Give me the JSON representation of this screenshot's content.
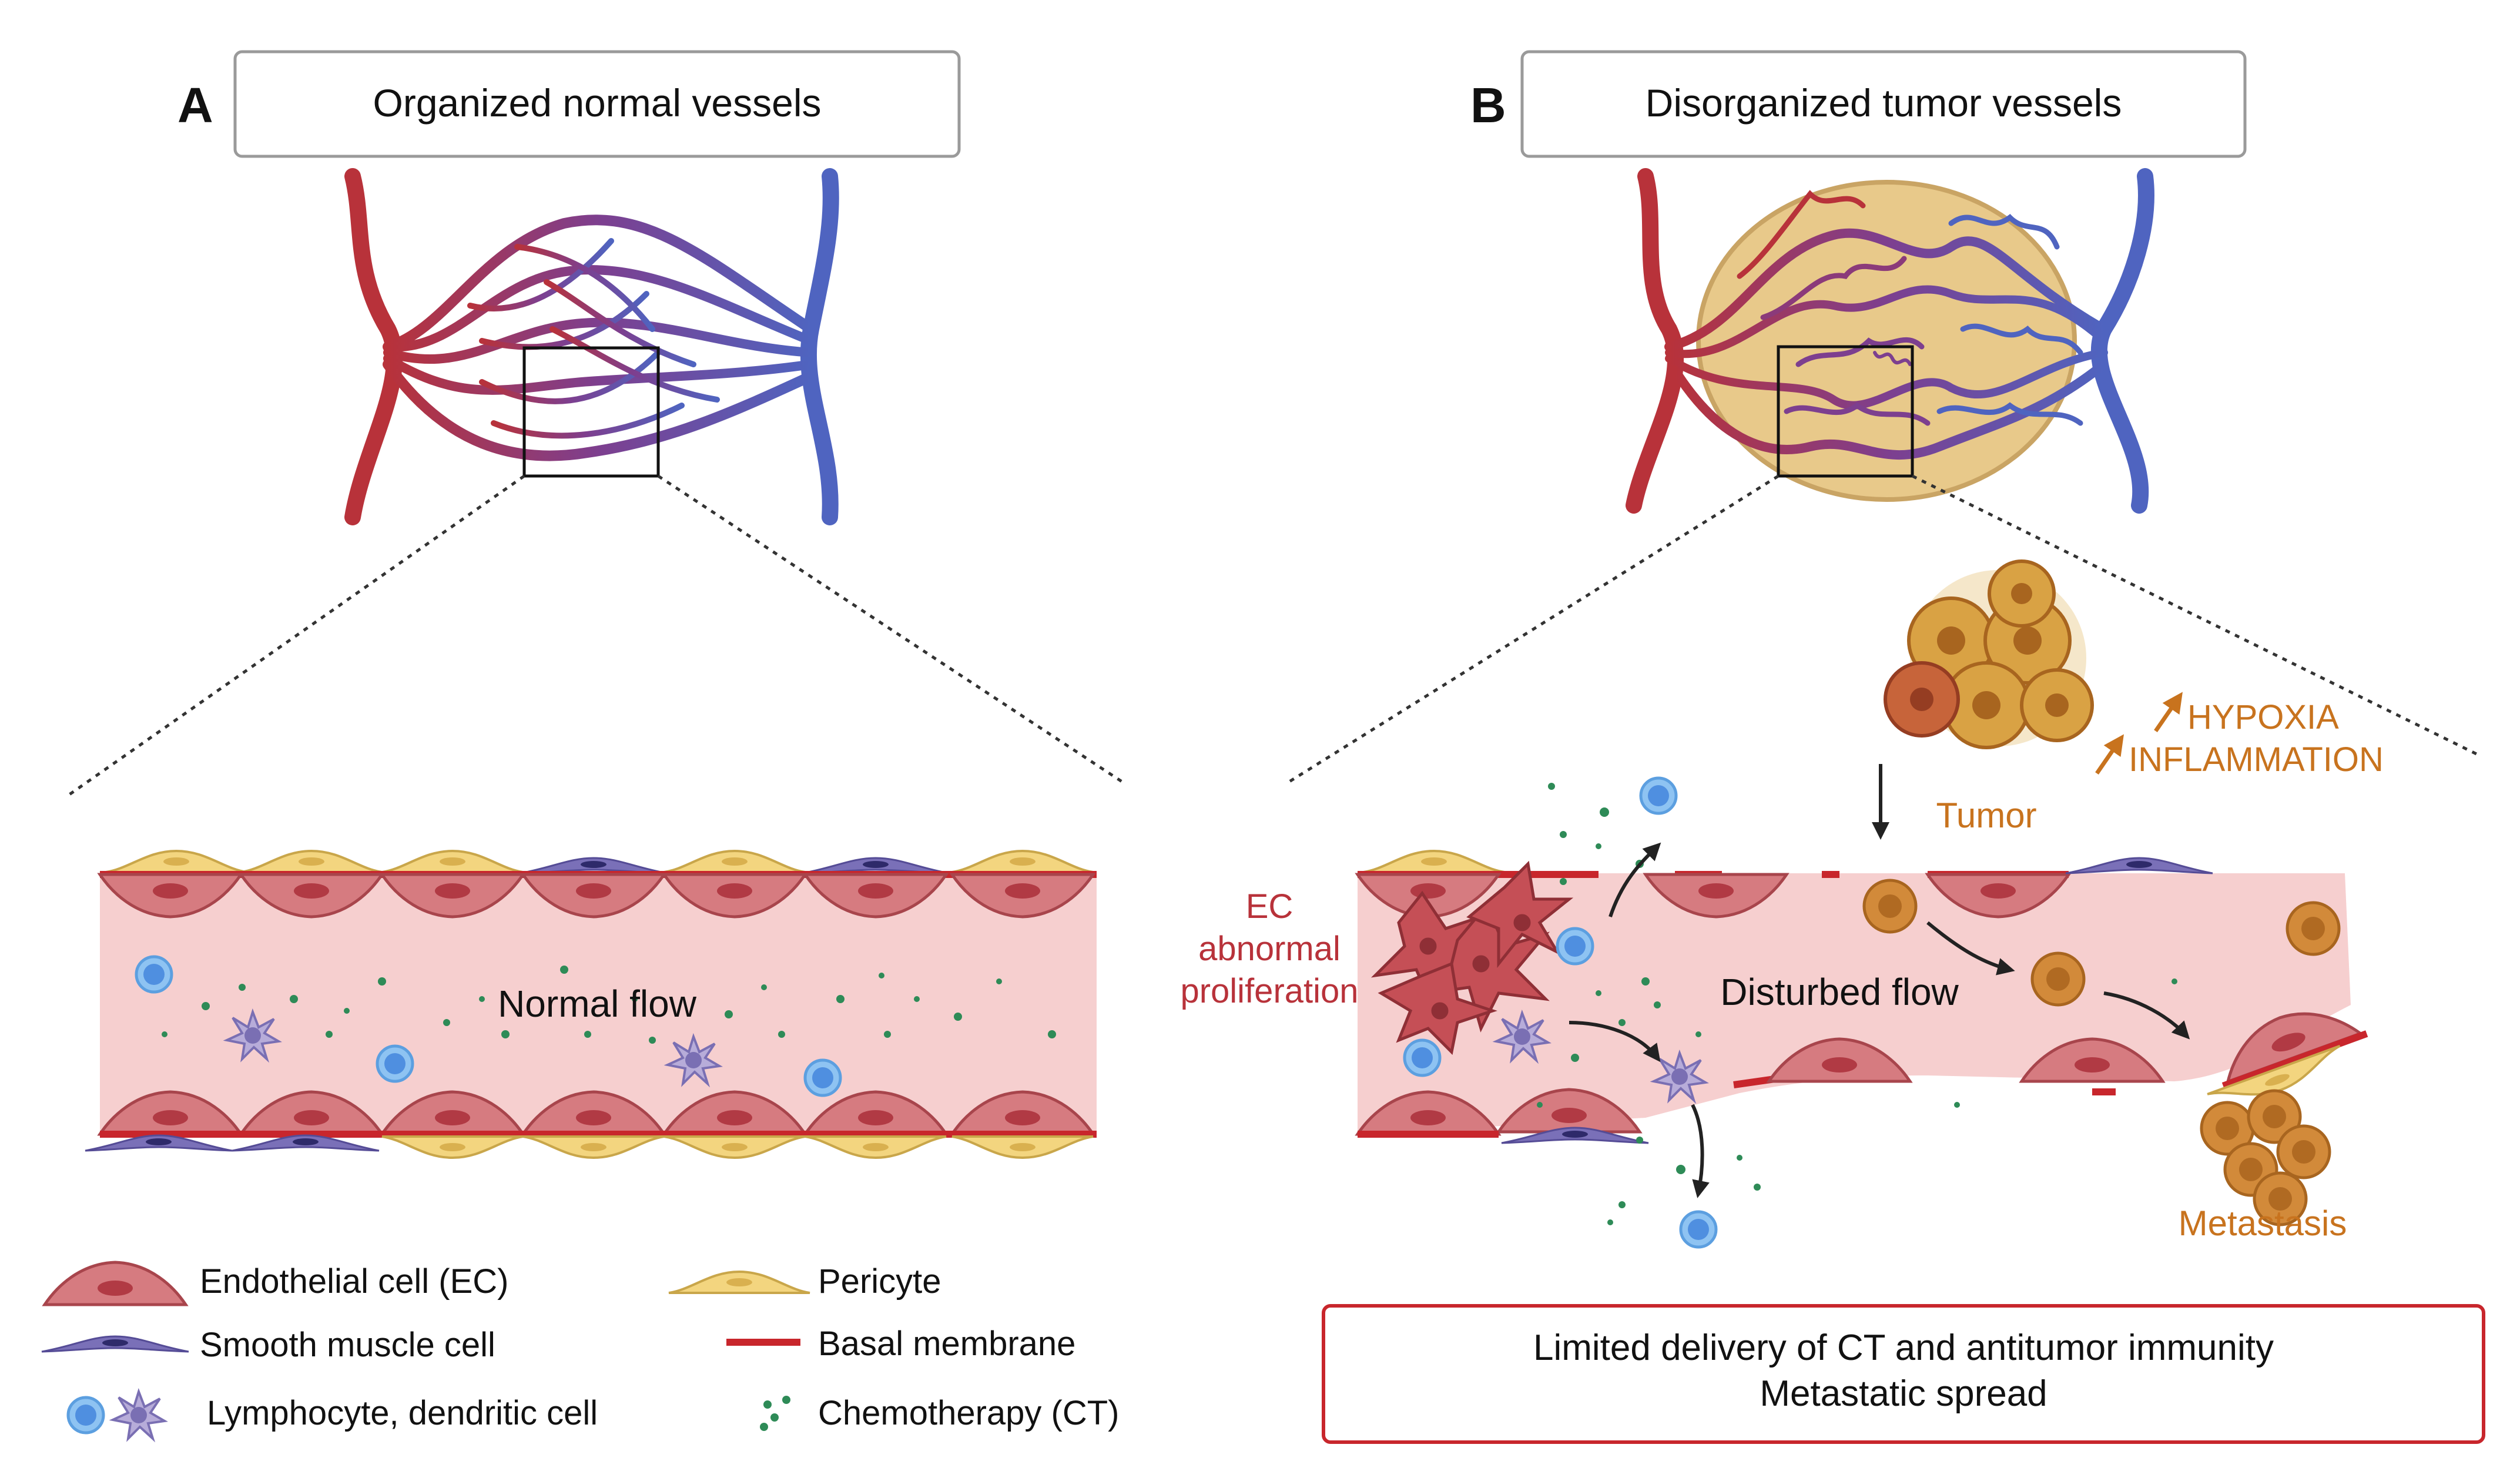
{
  "panel_a": {
    "letter": "A",
    "title": "Organized normal vessels",
    "flow_label": "Normal flow"
  },
  "panel_b": {
    "letter": "B",
    "title": "Disorganized tumor vessels",
    "flow_label": "Disturbed flow",
    "ec_label_line1": "EC",
    "ec_label_line2": "abnormal",
    "ec_label_line3": "proliferation",
    "hypoxia_label": "HYPOXIA",
    "inflammation_label": "INFLAMMATION",
    "tumor_label": "Tumor",
    "metastasis_label": "Metastasis",
    "conclusion_line1": "Limited delivery of CT and antitumor immunity",
    "conclusion_line2": "Metastatic spread"
  },
  "legend": {
    "endothelial": "Endothelial cell (EC)",
    "pericyte": "Pericyte",
    "smooth_muscle": "Smooth muscle cell",
    "basal_membrane": "Basal membrane",
    "immune": "Lymphocyte, dendritic cell",
    "chemo": "Chemotherapy (CT)"
  },
  "colors": {
    "artery": "#b8323a",
    "vein": "#4f64c0",
    "vessel_lumen": "#f6cfcf",
    "endothelial": "#d67b80",
    "pericyte": "#f3d57f",
    "smooth_muscle": "#7a70b8",
    "basal_membrane": "#c8262c",
    "tumor_fill": "#e8c98a",
    "tumor_cell": "#d28a3a",
    "ec_text": "#b8323a",
    "orange_text": "#c8731e",
    "chemo": "#2e8b57",
    "lymphocyte": "#8ec3f2"
  }
}
